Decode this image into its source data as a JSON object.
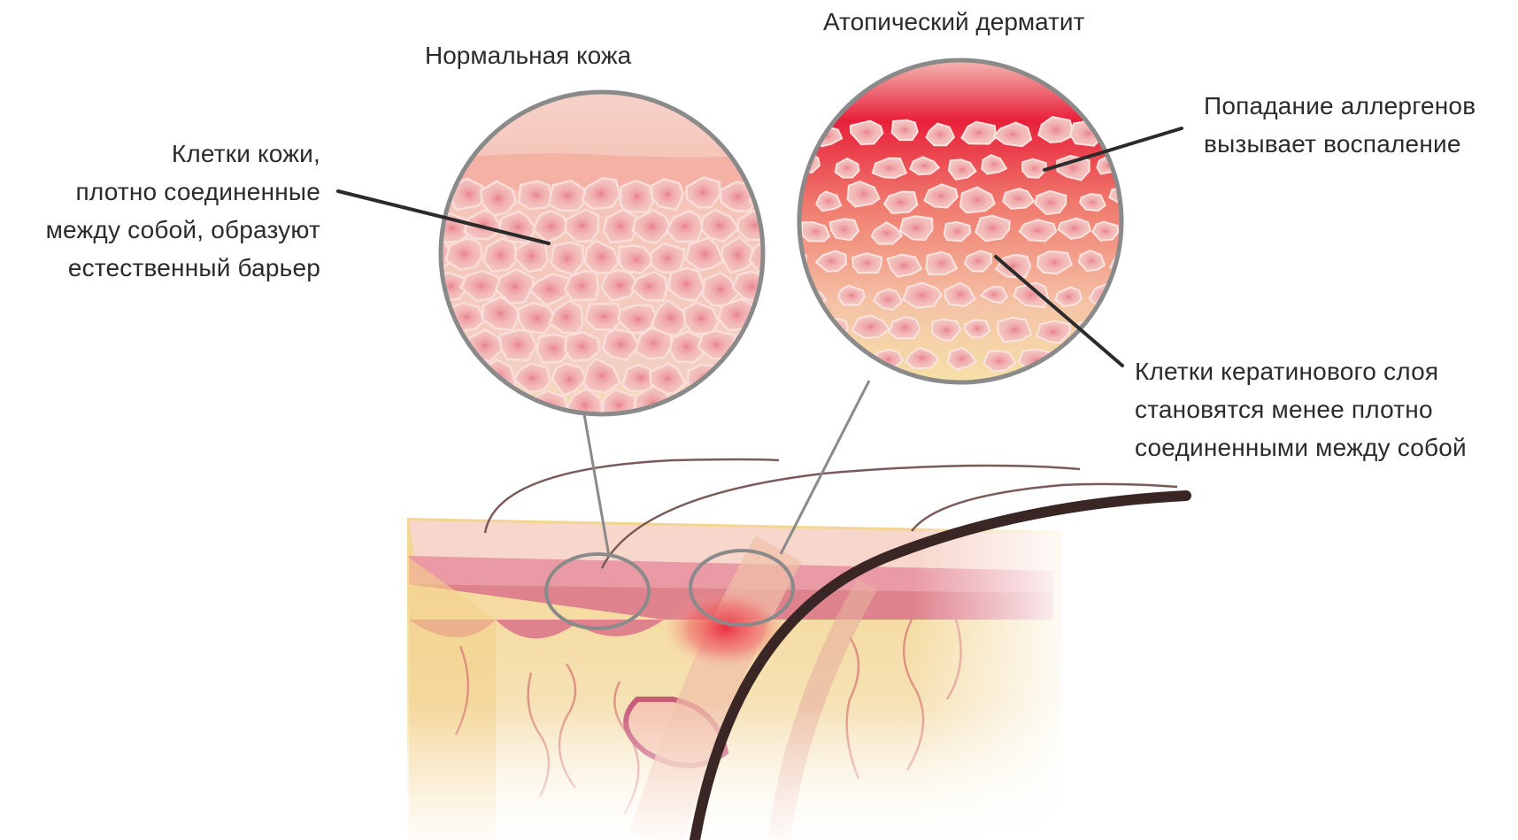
{
  "titles": {
    "normal": "Нормальная кожа",
    "atopic": "Атопический дерматит"
  },
  "annotations": {
    "barrier": [
      "Клетки кожи,",
      "плотно соединенные",
      "между собой, образуют",
      "естественный барьер"
    ],
    "allergens": [
      "Попадание аллергенов",
      "вызывает воспаление"
    ],
    "keratin": [
      "Клетки кератинового слоя",
      "становятся менее плотно",
      "соединенными между собой"
    ]
  },
  "colors": {
    "text": "#2b2b2b",
    "leader": "#2b2b2b",
    "ring": "#8a8a8a",
    "cell": "#f2b8b8",
    "cell_center": "#e88a92",
    "inflamed": "#e8203a",
    "epidermis": "#f4c9c0",
    "dermis": "#f6e2a8"
  }
}
